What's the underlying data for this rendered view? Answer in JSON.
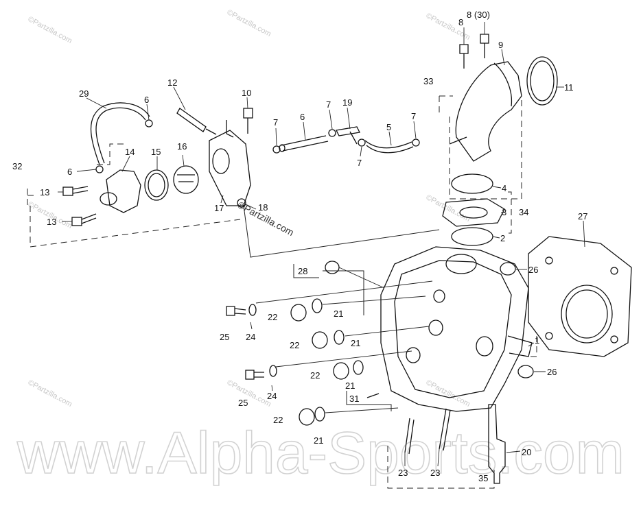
{
  "watermark": {
    "site": "Alpha-Sports.com",
    "site_line": "www.Alpha-Sports.com",
    "small": "©Partzilla.com"
  },
  "callouts": {
    "c1": "1",
    "c2": "2",
    "c3": "3",
    "c4": "4",
    "c5": "5",
    "c6a": "6",
    "c6b": "6",
    "c6c": "6",
    "c7a": "7",
    "c7b": "7",
    "c7c": "7",
    "c7d": "7",
    "c8a": "8",
    "c8b": "8 (30)",
    "c9": "9",
    "c10": "10",
    "c11": "11",
    "c12": "12",
    "c13a": "13",
    "c13b": "13",
    "c14": "14",
    "c15": "15",
    "c16": "16",
    "c17": "17",
    "c18": "18",
    "c19": "19",
    "c20": "20",
    "c21a": "21",
    "c21b": "21",
    "c21c": "21",
    "c21d": "21",
    "c22a": "22",
    "c22b": "22",
    "c22c": "22",
    "c22d": "22",
    "c23a": "23",
    "c23b": "23",
    "c24a": "24",
    "c24b": "24",
    "c25a": "25",
    "c25b": "25",
    "c26a": "26",
    "c26b": "26",
    "c27": "27",
    "c28": "28",
    "c29": "29",
    "c31": "31",
    "c32": "32",
    "c33": "33",
    "c34": "34",
    "c35": "35"
  }
}
